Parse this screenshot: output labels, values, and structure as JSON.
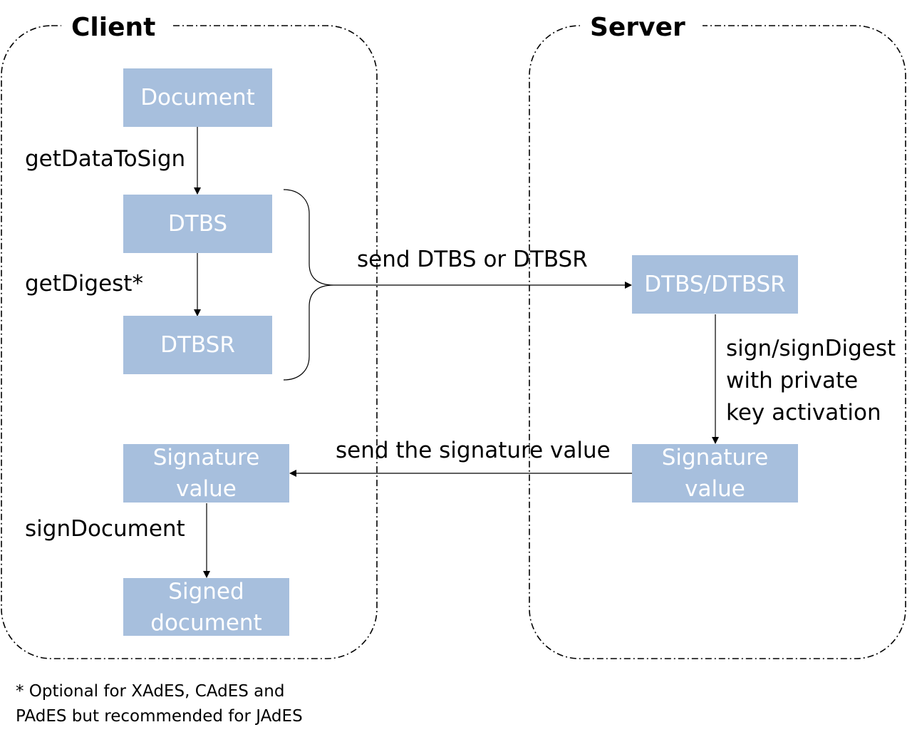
{
  "groups": {
    "client": {
      "title": "Client"
    },
    "server": {
      "title": "Server"
    }
  },
  "boxes": {
    "document": "Document",
    "dtbs": "DTBS",
    "dtbsr": "DTBSR",
    "client_signature_value": "Signature\nvalue",
    "signed_document": "Signed\ndocument",
    "server_dtbs_dtbsr": "DTBS/DTBSR",
    "server_signature_value": "Signature\nvalue"
  },
  "edge_labels": {
    "get_data_to_sign": "getDataToSign",
    "get_digest": "getDigest*",
    "send_dtbs": "send DTBS or DTBSR",
    "sign": "sign/signDigest\nwith private\nkey activation",
    "send_signature": "send the signature value",
    "sign_document": "signDocument"
  },
  "footnote": "* Optional for XAdES, CAdES and\nPAdES but recommended  for JAdES",
  "colors": {
    "box_fill": "#a7bfdd",
    "box_text": "#ffffff",
    "line": "#000000"
  }
}
